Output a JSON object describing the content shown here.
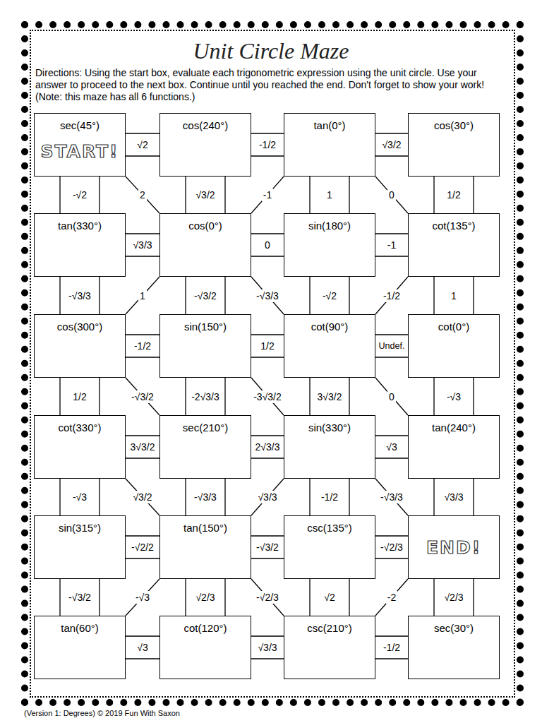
{
  "diagram": {
    "title": "Unit Circle Maze",
    "nodes": [
      {
        "text": [
          "sec(45°)",
          "START!"
        ]
      },
      {
        "text": [
          "cos(240°)"
        ]
      },
      {
        "text": [
          "tan(0°)"
        ]
      },
      {
        "text": [
          "cos(30°)"
        ]
      },
      {
        "text": [
          "tan(330°)"
        ]
      },
      {
        "text": [
          "cos(0°)"
        ]
      },
      {
        "text": [
          "sin(180°)"
        ]
      },
      {
        "text": [
          "cot(135°)"
        ]
      },
      {
        "text": [
          "cos(300°)"
        ]
      },
      {
        "text": [
          "sin(150°)"
        ]
      },
      {
        "text": [
          "cot(90°)"
        ]
      },
      {
        "text": [
          "cot(0°)"
        ]
      },
      {
        "text": [
          "cot(330°)"
        ]
      },
      {
        "text": [
          "sec(210°)"
        ]
      },
      {
        "text": [
          "sin(330°)"
        ]
      },
      {
        "text": [
          "tan(240°)"
        ]
      },
      {
        "text": [
          "sin(315°)"
        ]
      },
      {
        "text": [
          "tan(150°)"
        ]
      },
      {
        "text": [
          "csc(135°)"
        ]
      },
      {
        "text": [
          "END!"
        ]
      },
      {
        "text": [
          "tan(60°)"
        ]
      },
      {
        "text": [
          "cot(120°)"
        ]
      },
      {
        "text": [
          "csc(210°)"
        ]
      },
      {
        "text": [
          "sec(30°)"
        ]
      }
    ],
    "edges": [
      {
        "from": 0,
        "to": 1,
        "label": "√2",
        "arrow": "none"
      },
      {
        "from": 1,
        "to": 2,
        "label": "-1/2",
        "arrow": "none"
      },
      {
        "from": 2,
        "to": 3,
        "label": "√3/2",
        "arrow": "none"
      },
      {
        "from": 0,
        "to": 4,
        "label": "-√2",
        "arrow": "none"
      },
      {
        "from": 1,
        "to": 5,
        "label": "√3/2",
        "arrow": "none"
      },
      {
        "from": 2,
        "to": 6,
        "label": "1",
        "arrow": "none"
      },
      {
        "from": 3,
        "to": 7,
        "label": "1/2",
        "arrow": "none"
      },
      {
        "from": 0,
        "to": 5,
        "label": "2",
        "arrow": "none"
      },
      {
        "from": 2,
        "to": 5,
        "label": "-1",
        "arrow": "none"
      },
      {
        "from": 2,
        "to": 7,
        "label": "0",
        "arrow": "none"
      },
      {
        "from": 4,
        "to": 5,
        "label": "√3/3",
        "arrow": "none"
      },
      {
        "from": 5,
        "to": 6,
        "label": "0",
        "arrow": "none"
      },
      {
        "from": 6,
        "to": 7,
        "label": "-1",
        "arrow": "none"
      },
      {
        "from": 4,
        "to": 8,
        "label": "-√3/3",
        "arrow": "none"
      },
      {
        "from": 5,
        "to": 9,
        "label": "-√3/2",
        "arrow": "none"
      },
      {
        "from": 6,
        "to": 10,
        "label": "-√2",
        "arrow": "none"
      },
      {
        "from": 7,
        "to": 11,
        "label": "1",
        "arrow": "none"
      },
      {
        "from": 5,
        "to": 8,
        "label": "1",
        "arrow": "none"
      },
      {
        "from": 5,
        "to": 10,
        "label": "-√3/3",
        "arrow": "none"
      },
      {
        "from": 7,
        "to": 10,
        "label": "-1/2",
        "arrow": "none"
      },
      {
        "from": 8,
        "to": 9,
        "label": "-1/2",
        "arrow": "none"
      },
      {
        "from": 9,
        "to": 10,
        "label": "1/2",
        "arrow": "none"
      },
      {
        "from": 10,
        "to": 11,
        "label": "Undef.",
        "arrow": "none"
      },
      {
        "from": 8,
        "to": 12,
        "label": "1/2",
        "arrow": "none"
      },
      {
        "from": 9,
        "to": 13,
        "label": "-2√3/3",
        "arrow": "none"
      },
      {
        "from": 10,
        "to": 14,
        "label": "3√3/2",
        "arrow": "none"
      },
      {
        "from": 11,
        "to": 15,
        "label": "-√3",
        "arrow": "none"
      },
      {
        "from": 8,
        "to": 13,
        "label": "-√3/2",
        "arrow": "none"
      },
      {
        "from": 9,
        "to": 14,
        "label": "-3√3/2",
        "arrow": "none"
      },
      {
        "from": 10,
        "to": 15,
        "label": "0",
        "arrow": "none"
      },
      {
        "from": 12,
        "to": 13,
        "label": "3√3/2",
        "arrow": "none"
      },
      {
        "from": 13,
        "to": 14,
        "label": "2√3/3",
        "arrow": "none"
      },
      {
        "from": 14,
        "to": 15,
        "label": "√3",
        "arrow": "none"
      },
      {
        "from": 12,
        "to": 16,
        "label": "-√3",
        "arrow": "none"
      },
      {
        "from": 13,
        "to": 17,
        "label": "-√3/3",
        "arrow": "none"
      },
      {
        "from": 14,
        "to": 18,
        "label": "-1/2",
        "arrow": "none"
      },
      {
        "from": 15,
        "to": 19,
        "label": "√3/3",
        "arrow": "none"
      },
      {
        "from": 12,
        "to": 17,
        "label": "√3/2",
        "arrow": "none"
      },
      {
        "from": 14,
        "to": 17,
        "label": "√3/3",
        "arrow": "none"
      },
      {
        "from": 14,
        "to": 19,
        "label": "-√3/3",
        "arrow": "none"
      },
      {
        "from": 16,
        "to": 17,
        "label": "-√2/2",
        "arrow": "none"
      },
      {
        "from": 17,
        "to": 18,
        "label": "-√3/2",
        "arrow": "none"
      },
      {
        "from": 18,
        "to": 19,
        "label": "-√2/3",
        "arrow": "none"
      },
      {
        "from": 16,
        "to": 20,
        "label": "-√3/2",
        "arrow": "none"
      },
      {
        "from": 17,
        "to": 21,
        "label": "√2/3",
        "arrow": "none"
      },
      {
        "from": 18,
        "to": 22,
        "label": "√2",
        "arrow": "none"
      },
      {
        "from": 19,
        "to": 23,
        "label": "√2/3",
        "arrow": "none"
      },
      {
        "from": 17,
        "to": 20,
        "label": "-√3",
        "arrow": "none"
      },
      {
        "from": 17,
        "to": 22,
        "label": "-√2/3",
        "arrow": "none"
      },
      {
        "from": 22,
        "to": 19,
        "label": "-2",
        "arrow": "none"
      },
      {
        "from": 20,
        "to": 21,
        "label": "√3",
        "arrow": "none"
      },
      {
        "from": 21,
        "to": 22,
        "label": "√3/3",
        "arrow": "none"
      },
      {
        "from": 22,
        "to": 23,
        "label": "-1/2",
        "arrow": "none"
      }
    ],
    "labels": [
      "Directions: Using the start box, evaluate each trigonometric expression using the unit circle. Use your answer to proceed to the next box. Continue until you reached the end. Don't forget to show your work! (Note: this maze has all 6 functions.)",
      "(Version 1: Degrees) © 2019 Fun With Saxon"
    ]
  }
}
